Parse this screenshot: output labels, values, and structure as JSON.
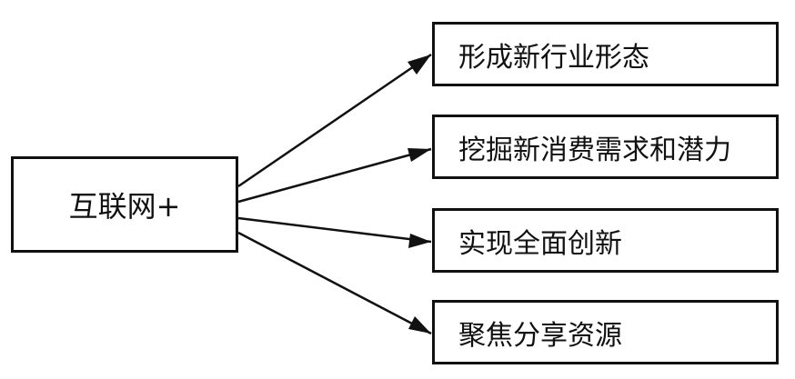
{
  "diagram": {
    "source": {
      "label": "互联网+"
    },
    "targets": [
      {
        "label": "形成新行业形态"
      },
      {
        "label": "挖掘新消费需求和潜力"
      },
      {
        "label": "实现全面创新"
      },
      {
        "label": "聚焦分享资源"
      }
    ],
    "colors": {
      "stroke": "#111111",
      "background": "#ffffff"
    }
  }
}
